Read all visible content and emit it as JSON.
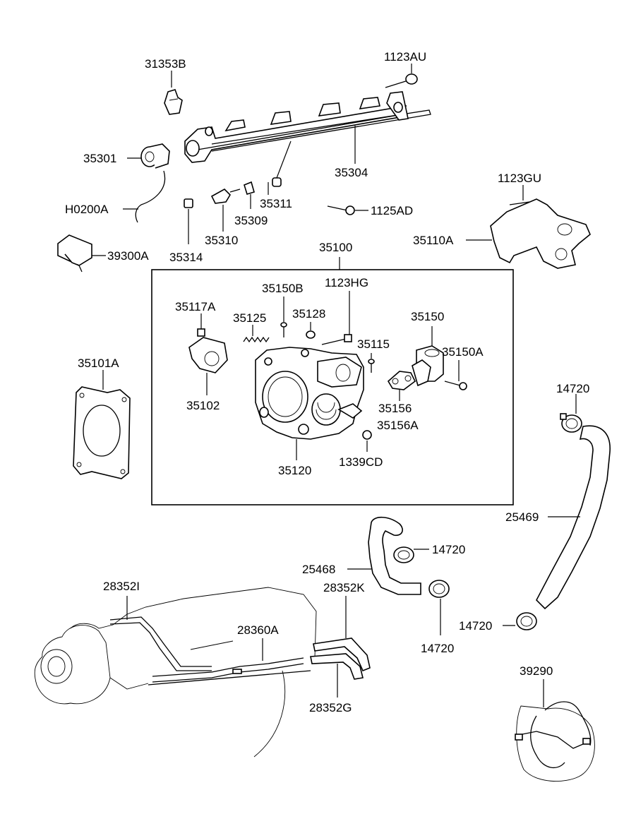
{
  "labels": {
    "p31353B": "31353B",
    "p1123AU": "1123AU",
    "p35301": "35301",
    "p35304": "35304",
    "pH0200A": "H0200A",
    "p35311": "35311",
    "p35309": "35309",
    "p1125AD": "1125AD",
    "p1123GU": "1123GU",
    "p35310": "35310",
    "p35110A": "35110A",
    "p39300A": "39300A",
    "p35314": "35314",
    "p35100": "35100",
    "p35150B": "35150B",
    "p1123HG": "1123HG",
    "p35117A": "35117A",
    "p35125": "35125",
    "p35128": "35128",
    "p35150": "35150",
    "p35115": "35115",
    "p35150A": "35150A",
    "p35101A": "35101A",
    "p35102": "35102",
    "p35156": "35156",
    "p35156A": "35156A",
    "p14720a": "14720",
    "p1339CD": "1339CD",
    "p35120": "35120",
    "p25469": "25469",
    "p25468": "25468",
    "p14720b": "14720",
    "p28352I": "28352I",
    "p28352K": "28352K",
    "p28360A": "28360A",
    "p14720c": "14720",
    "p14720d": "14720",
    "p39290": "39290",
    "p28352G": "28352G"
  }
}
